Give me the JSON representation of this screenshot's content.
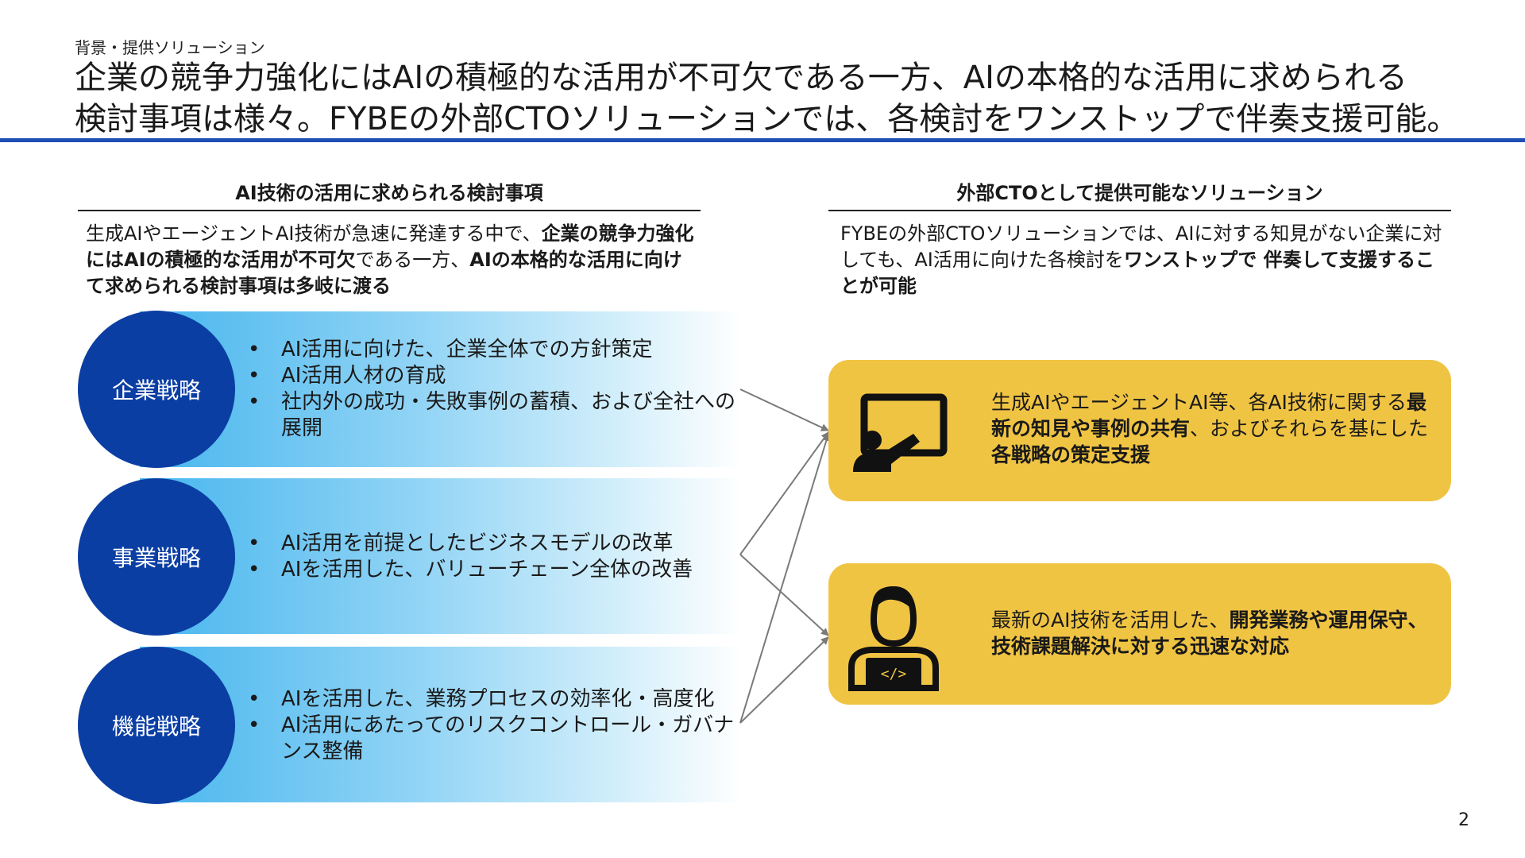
{
  "breadcrumb": "背景・提供ソリューション",
  "headline": {
    "line1": "企業の競争力強化にはAIの積極的な活用が不可欠である一方、AIの本格的な活用に求められる",
    "line2": "検討事項は様々。FYBEの外部CTOソリューションでは、各検討をワンストップで伴奏支援可能。"
  },
  "left": {
    "heading": "AI技術の活用に求められる検討事項",
    "intro": [
      {
        "text": "生成AIやエージェントAI技術が急速に発達する中で、",
        "bold": false
      },
      {
        "text": "企業の競争力強化にはAIの積極的な活用が不可欠",
        "bold": true
      },
      {
        "text": "である一方、",
        "bold": false
      },
      {
        "text": "AIの本格的な活用に向けて求められる検討事項は多岐に渡る",
        "bold": true
      }
    ],
    "strategies": [
      {
        "name": "企業戦略",
        "bullets": [
          "AI活用に向けた、企業全体での方針策定",
          "AI活用人材の育成",
          "社内外の成功・失敗事例の蓄積、および全社への展開"
        ]
      },
      {
        "name": "事業戦略",
        "bullets": [
          "AI活用を前提としたビジネスモデルの改革",
          "AIを活用した、バリューチェーン全体の改善"
        ]
      },
      {
        "name": "機能戦略",
        "bullets": [
          "AIを活用した、業務プロセスの効率化・高度化",
          "AI活用にあたってのリスクコントロール・ガバナンス整備"
        ]
      }
    ]
  },
  "right": {
    "heading": "外部CTOとして提供可能なソリューション",
    "intro": [
      {
        "text": "FYBEの外部CTOソリューションでは、AIに対する知見がない企業に対しても、AI活用に向けた各検討を",
        "bold": false
      },
      {
        "text": "ワンストップで 伴奏して支援することが可能",
        "bold": true
      }
    ],
    "cards": [
      {
        "icon": "presentation-icon",
        "segments": [
          {
            "text": "生成AIやエージェントAI等、各AI技術に関する",
            "bold": false
          },
          {
            "text": "最新の知見や事例の共有",
            "bold": true
          },
          {
            "text": "、およびそれらを基にした",
            "bold": false
          },
          {
            "text": "各戦略の策定支援",
            "bold": true
          }
        ]
      },
      {
        "icon": "developer-icon",
        "segments": [
          {
            "text": "最新のAI技術を活用した、",
            "bold": false
          },
          {
            "text": "開発業務や運用保守、技術課題解決に対する迅速な対応",
            "bold": true
          }
        ]
      }
    ]
  },
  "page_number": "2",
  "colors": {
    "accent_blue": "#1f4fb5",
    "circle_blue": "#0b3ea3",
    "band_light_blue": "#47b6ee",
    "card_yellow": "#f0c443"
  }
}
